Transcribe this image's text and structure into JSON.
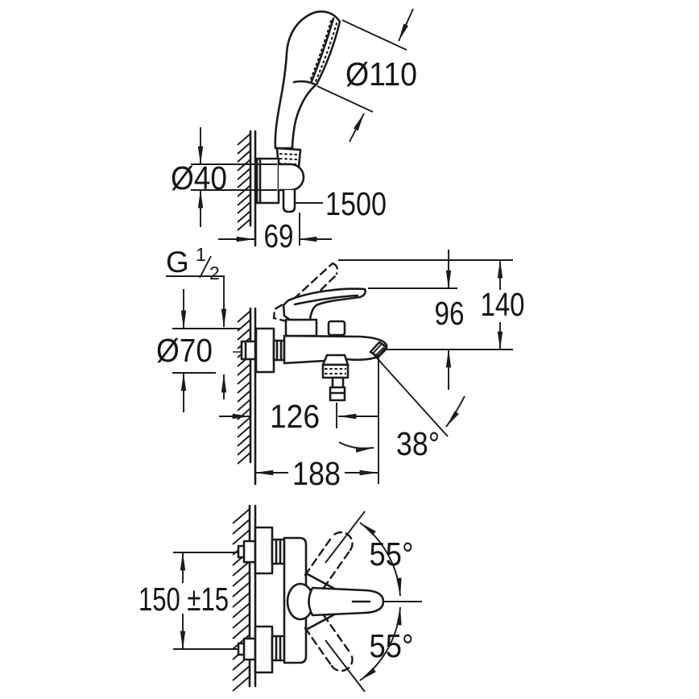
{
  "colors": {
    "background": "#ffffff",
    "line": "#1b1b1b"
  },
  "hand_shower": {
    "head_diameter": "Ø110",
    "bracket_diameter": "Ø40",
    "hose_length": "1500",
    "wall_distance": "69"
  },
  "mixer_side": {
    "thread_prefix": "G",
    "thread_numerator": "1",
    "thread_denominator": "2",
    "escutcheon_diameter": "Ø70",
    "lever_height": "96",
    "lever_raised_height": "140",
    "shower_outlet_offset": "126",
    "spout_angle": "38°",
    "spout_reach": "188"
  },
  "mixer_top": {
    "connection_spacing": "150 ±15",
    "swing_angle_up": "55°",
    "swing_angle_down": "55°"
  }
}
